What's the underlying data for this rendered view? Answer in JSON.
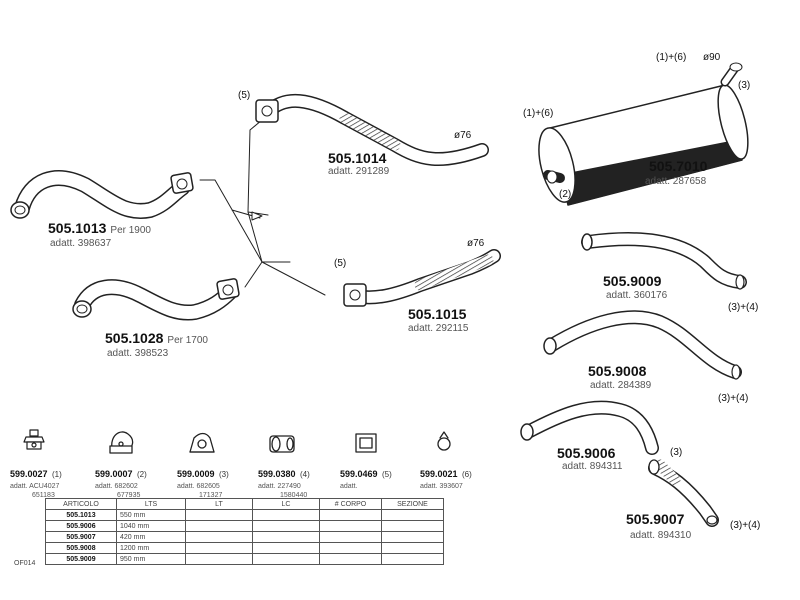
{
  "parts": [
    {
      "code": "505.1013",
      "per": "Per  1900",
      "sub": "adatt. 398637"
    },
    {
      "code": "505.1028",
      "per": "Per  1700",
      "sub": "adatt. 398523"
    },
    {
      "code": "505.1014",
      "sub": "adatt. 291289"
    },
    {
      "code": "505.1015",
      "sub": "adatt. 292115"
    },
    {
      "code": "505.7010",
      "sub": "adatt. 287658"
    },
    {
      "code": "505.9009",
      "sub": "adatt. 360176"
    },
    {
      "code": "505.9008",
      "sub": "adatt. 284389"
    },
    {
      "code": "505.9006",
      "sub": "adatt. 894311"
    },
    {
      "code": "505.9007",
      "sub": "adatt. 894310"
    }
  ],
  "notes": {
    "n5a": "(5)",
    "d76a": "ø76",
    "n5b": "(5)",
    "d76b": "ø76",
    "n16a": "(1)+(6)",
    "d90": "ø90",
    "n3a": "(3)",
    "n16b": "(1)+(6)",
    "n2": "(2)",
    "n34a": "(3)+(4)",
    "n34b": "(3)+(4)",
    "n3b": "(3)",
    "n34c": "(3)+(4)"
  },
  "accessories": [
    {
      "code": "599.0027",
      "num": "(1)",
      "lines": [
        "adatt. ACU4027",
        "651183"
      ]
    },
    {
      "code": "599.0007",
      "num": "(2)",
      "lines": [
        "adatt. 682602",
        "677935"
      ]
    },
    {
      "code": "599.0009",
      "num": "(3)",
      "lines": [
        "adatt. 682605",
        "171327"
      ]
    },
    {
      "code": "599.0380",
      "num": "(4)",
      "lines": [
        "adatt. 227490",
        "1580440"
      ]
    },
    {
      "code": "599.0469",
      "num": "(5)",
      "lines": [
        "adatt."
      ]
    },
    {
      "code": "599.0021",
      "num": "(6)",
      "lines": [
        "adatt. 393607"
      ]
    }
  ],
  "table": {
    "headers": [
      "ARTICOLO",
      "LTS",
      "LT",
      "LC",
      "# CORPO",
      "SEZIONE"
    ],
    "rows": [
      {
        "art": "505.1013",
        "lts": "550 mm"
      },
      {
        "art": "505.9006",
        "lts": "1040 mm"
      },
      {
        "art": "505.9007",
        "lts": "420 mm"
      },
      {
        "art": "505.9008",
        "lts": "1200 mm"
      },
      {
        "art": "505.9009",
        "lts": "950 mm"
      }
    ],
    "side_code": "OF014"
  }
}
